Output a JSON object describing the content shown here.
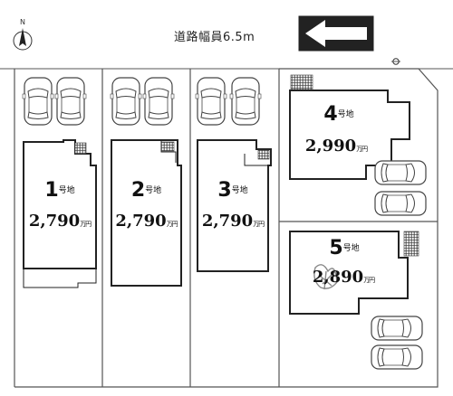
{
  "road": {
    "label": "道路幅員6.5m",
    "direction": "arrow-left-icon"
  },
  "north": {
    "label": "N"
  },
  "lots": [
    {
      "num": "1",
      "suffix": "号地",
      "price": "2,790",
      "unit": "万円"
    },
    {
      "num": "2",
      "suffix": "号地",
      "price": "2,790",
      "unit": "万円"
    },
    {
      "num": "3",
      "suffix": "号地",
      "price": "2,790",
      "unit": "万円"
    },
    {
      "num": "4",
      "suffix": "号地",
      "price": "2,990",
      "unit": "万円"
    },
    {
      "num": "5",
      "suffix": "号地",
      "price": "2,890",
      "unit": "万円"
    }
  ],
  "icons": [
    "car-icon",
    "utility-pole-icon",
    "entrance-hatch-icon",
    "tree-icon"
  ]
}
